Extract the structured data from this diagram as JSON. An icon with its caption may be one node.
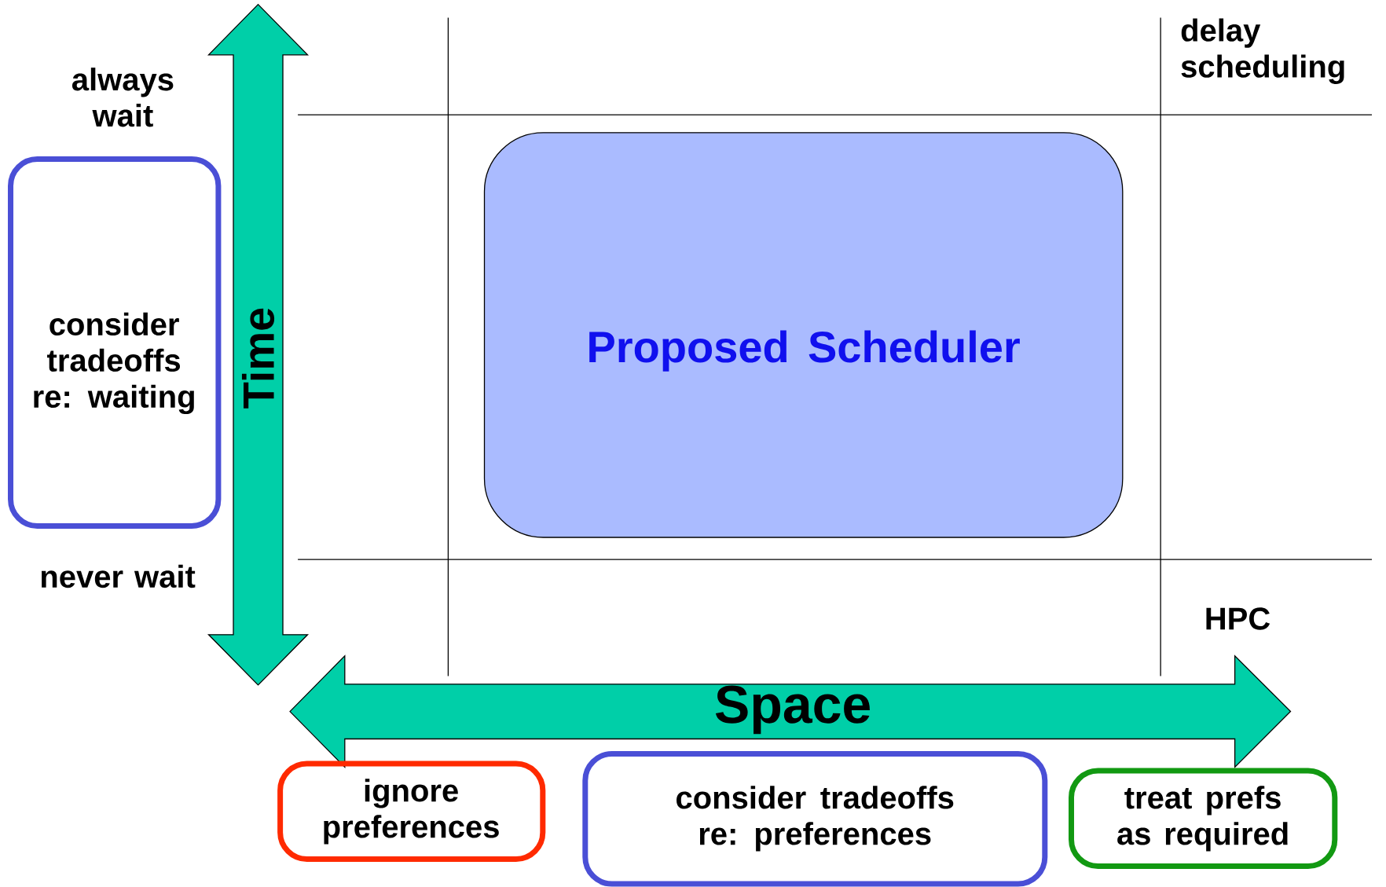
{
  "diagram": {
    "nodes": [
      {
        "text": [
          "always wait"
        ]
      },
      {
        "text": [
          "consider tradeoffs re: waiting"
        ]
      },
      {
        "text": [
          "never wait"
        ]
      },
      {
        "text": [
          "Proposed Scheduler"
        ]
      },
      {
        "text": [
          "ignore preferences"
        ]
      },
      {
        "text": [
          "consider tradeoffs re: preferences"
        ]
      },
      {
        "text": [
          "treat prefs as required"
        ]
      }
    ],
    "labels": [
      "delay scheduling",
      "Time",
      "HPC",
      "Space"
    ]
  }
}
